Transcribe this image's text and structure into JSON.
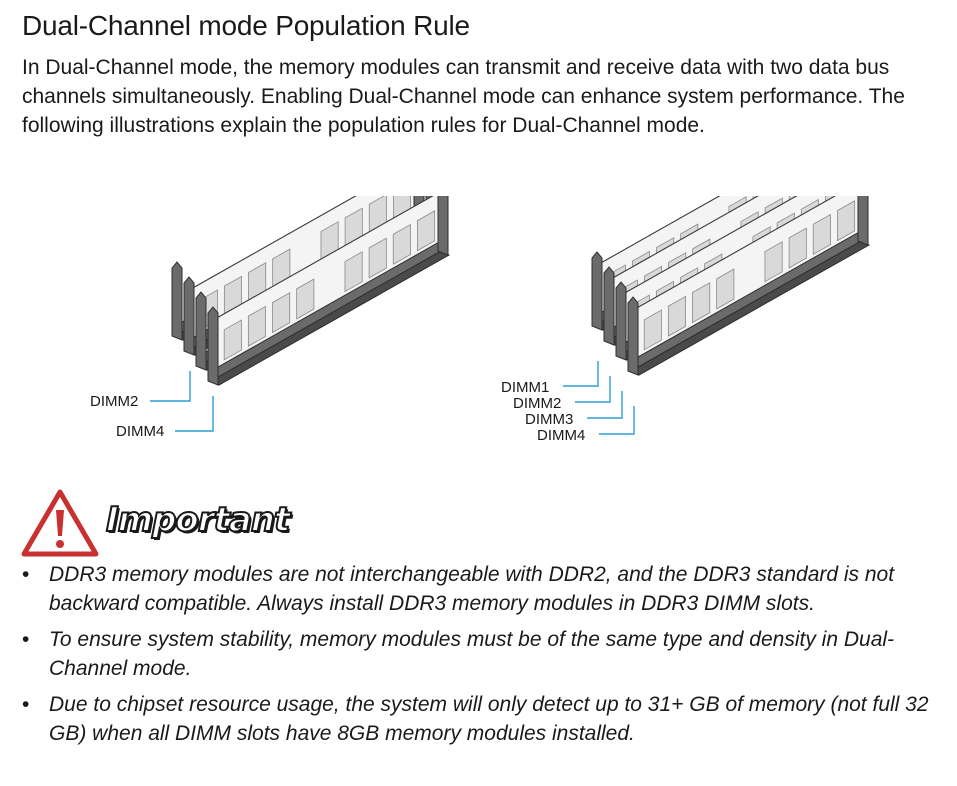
{
  "title": "Dual-Channel mode Population Rule",
  "intro": "In Dual-Channel mode, the memory modules can transmit and receive data with two data bus channels simultaneously. Enabling Dual-Channel mode can enhance system performance. The following illustrations explain the population rules for Dual-Channel mode.",
  "figures": {
    "left": {
      "labels": [
        "DIMM2",
        "DIMM4"
      ]
    },
    "right": {
      "labels": [
        "DIMM1",
        "DIMM2",
        "DIMM3",
        "DIMM4"
      ]
    }
  },
  "important": {
    "label": "Important",
    "icon": "warning-triangle-icon",
    "icon_color": "#c8312f"
  },
  "notes": [
    "DDR3 memory modules are not interchangeable with DDR2, and the DDR3 standard is not backward compatible. Always install DDR3 memory modules in DDR3 DIMM slots.",
    "To ensure system stability, memory modules must be of the same type and density in Dual-Channel mode.",
    "Due to chipset resource usage, the system will only detect up to 31+ GB of memory (not full 32 GB) when all DIMM slots have 8GB memory modules installed."
  ],
  "bullet": "•",
  "colors": {
    "leader_line": "#2a9fd6",
    "slot": "#6b6b6b",
    "slot_dark": "#4a4a4a",
    "module_fill": "#f4f4f4",
    "chip": "#d9d9d9"
  }
}
